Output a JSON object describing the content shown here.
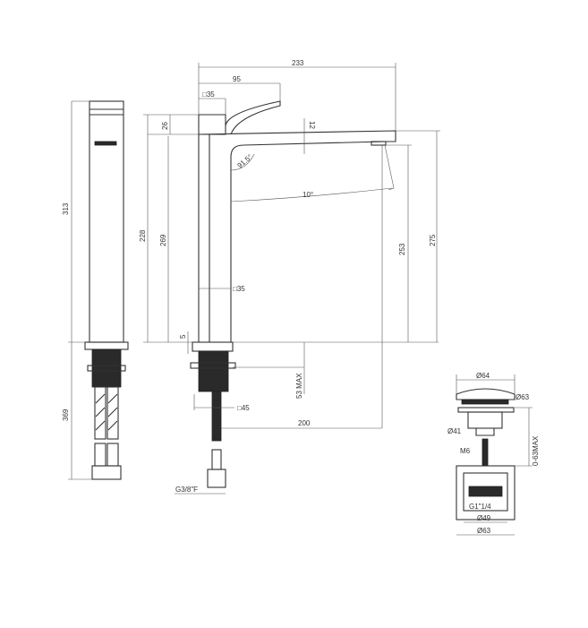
{
  "drawing": {
    "top_view_dims": {
      "overall_reach": "233",
      "handle_reach": "95",
      "handle_square": "□35",
      "handle_height": "26",
      "spout_thickness": "12",
      "corner_angle": "91.5°",
      "flow_angle": "10°"
    },
    "height_dims": {
      "handle_base_height": "228",
      "spout_underside_height": "269",
      "body_square": "□35",
      "aerator_height": "253",
      "spout_top_height": "275"
    },
    "side_view_dims": {
      "body_height": "313",
      "hose_length": "369"
    },
    "mounting_dims": {
      "flange": "5",
      "max_deck": "53 MAX",
      "base_square": "□45",
      "hose_offset": "200",
      "connection": "G3/8\"F"
    },
    "waste": {
      "cap_dia": "Ø64",
      "flange_dia": "Ø63",
      "body_dia": "Ø41",
      "rod": "M6",
      "range": "0-63MAX",
      "thread": "G1\"1/4",
      "inner_dia": "Ø49",
      "outer_dia": "Ø63"
    }
  }
}
